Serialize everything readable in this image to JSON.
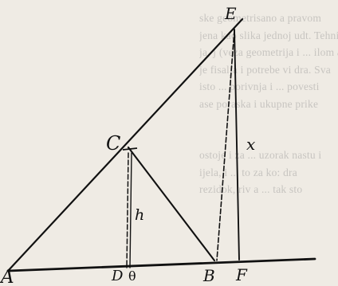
{
  "background_text": [
    "ske geometrisano a pravom",
    "jena kao slika jednoj udt. Tehnica",
    "ja, j (veza geometrija i ... ilom a cov",
    "je fisalja i potrebe vi dra. Sva",
    "isto ... porivnja i ... povesti",
    "ase poraska i ukupne prike",
    "",
    "",
    "ostoje i za ... uzorak nastu i",
    "ijela, i ... to za ko: dra",
    "rezidok, riv a ... tak sto"
  ],
  "labels": {
    "A": "A",
    "C": "C",
    "E": "E",
    "D": "D",
    "theta": "θ",
    "B": "B",
    "F": "F",
    "h": "h",
    "x": "x"
  },
  "colors": {
    "ink": "#111111",
    "paper": "#efebe4",
    "faded_text": "#a7a6a4"
  }
}
